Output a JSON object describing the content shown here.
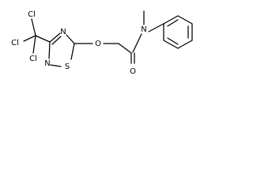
{
  "atoms": {
    "cl_top": "Cl",
    "cl_left": "Cl",
    "cl_bottom": "Cl",
    "n_ring_top": "N",
    "n_ring_left": "N",
    "s_ring": "S",
    "o_ether": "O",
    "o_carbonyl": "O",
    "n_amide": "N"
  }
}
